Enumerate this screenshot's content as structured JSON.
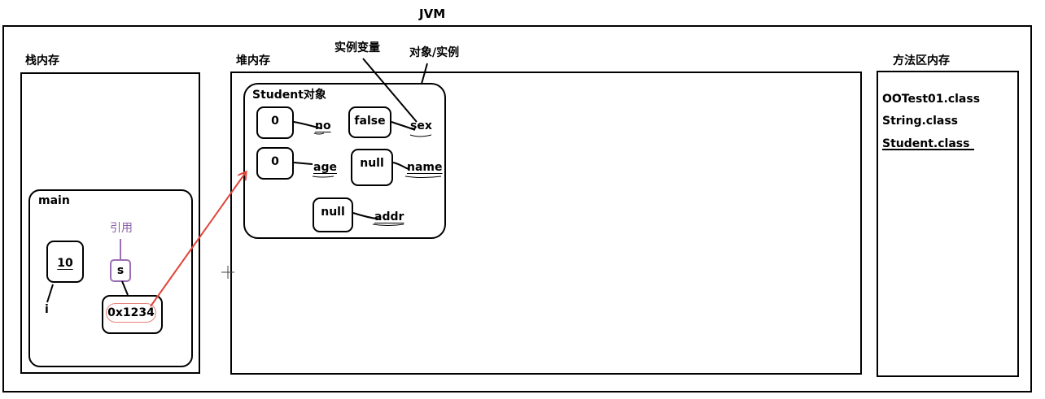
{
  "jvm": {
    "title": "JVM"
  },
  "stack": {
    "title": "栈内存",
    "frame": {
      "name": "main",
      "i_value": "10",
      "i_label": "i",
      "ref_note": "引用",
      "s_label": "s",
      "address": "0x1234"
    }
  },
  "heap": {
    "title": "堆内存",
    "instance_var_note": "实例变量",
    "object_note": "对象/实例",
    "object": {
      "name": "Student对象",
      "fields": {
        "no": {
          "value": "0",
          "label": "no"
        },
        "age": {
          "value": "0",
          "label": "age"
        },
        "sex": {
          "value": "false",
          "label": "sex"
        },
        "name": {
          "value": "null",
          "label": "name"
        },
        "addr": {
          "value": "null",
          "label": "addr"
        }
      }
    }
  },
  "method_area": {
    "title": "方法区内存",
    "classes": [
      "OOTest01.class",
      "String.class",
      "Student.class"
    ]
  },
  "colors": {
    "arrow": "#e0453a",
    "ref": "#9b6fb3",
    "address_outline": "#e8837a"
  }
}
